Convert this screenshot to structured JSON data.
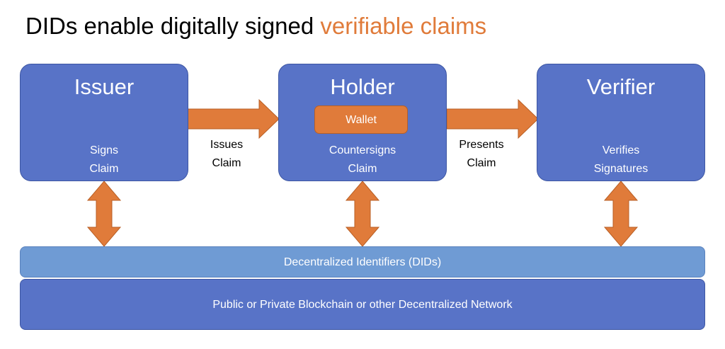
{
  "title": {
    "prefix": "DIDs enable digitally signed ",
    "accent": "verifiable claims"
  },
  "roles": {
    "issuer": {
      "heading": "Issuer",
      "line1": "Signs",
      "line2": "Claim"
    },
    "holder": {
      "heading": "Holder",
      "wallet": "Wallet",
      "line1": "Countersigns",
      "line2": "Claim"
    },
    "verifier": {
      "heading": "Verifier",
      "line1": "Verifies",
      "line2": "Signatures"
    }
  },
  "flows": {
    "issue": {
      "line1": "Issues",
      "line2": "Claim"
    },
    "present": {
      "line1": "Presents",
      "line2": "Claim"
    }
  },
  "layers": {
    "did": "Decentralized Identifiers (DIDs)",
    "network": "Public or Private Blockchain or other Decentralized Network"
  },
  "colors": {
    "box_blue": "#5873c7",
    "did_blue": "#6f9bd4",
    "orange": "#e07b3a"
  }
}
